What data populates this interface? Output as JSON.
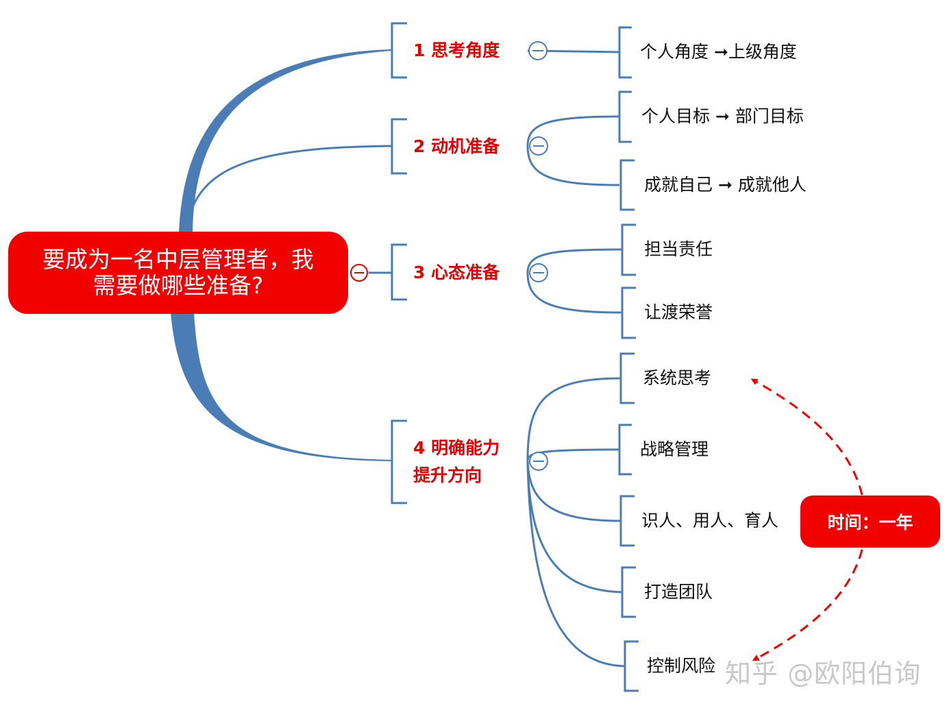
{
  "root": {
    "line1": "要成为一名中层管理者，我",
    "line2": "需要做哪些准备?"
  },
  "branches": [
    {
      "label": "1 思考角度",
      "children": [
        "个人角度 ➞上级角度"
      ]
    },
    {
      "label": "2 动机准备",
      "children": [
        "个人目标 ➞ 部门目标",
        "成就自己 ➞ 成就他人"
      ]
    },
    {
      "label": "3 心态准备",
      "children": [
        "担当责任",
        "让渡荣誉"
      ]
    },
    {
      "label_line1": "4 明确能力",
      "label_line2": "提升方向",
      "children": [
        "系统思考",
        "战略管理",
        "识人、用人、育人",
        "打造团队",
        "控制风险"
      ]
    }
  ],
  "annotation": {
    "label": "时间：一年"
  },
  "watermark": "知乎 @欧阳伯询",
  "colors": {
    "accent_red": "#f20000",
    "branch_text": "#e30000",
    "connector_blue": "#4a7db5"
  }
}
